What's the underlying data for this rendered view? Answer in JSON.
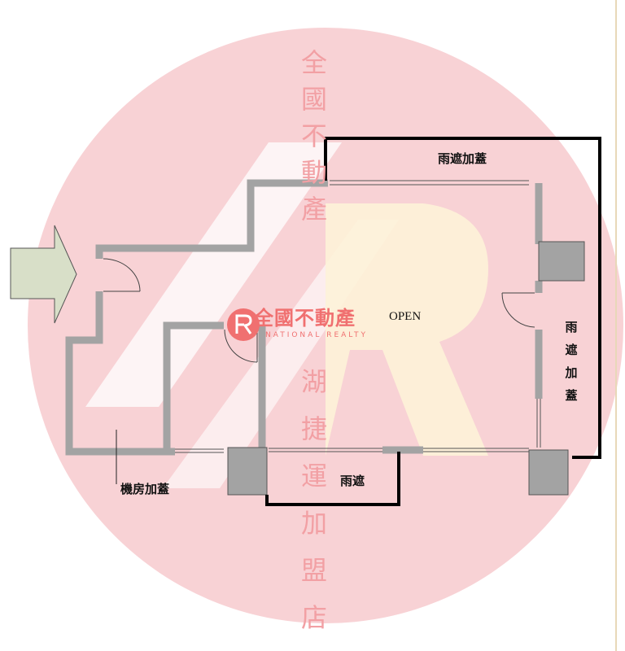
{
  "watermark": {
    "column_top": [
      "全",
      "國",
      "不",
      "動",
      "產"
    ],
    "column_bottom": [
      "湖",
      "捷",
      "運",
      "加",
      "盟",
      "店"
    ],
    "logo_cn": "全國不動產",
    "logo_en": "NATIONAL REALTY"
  },
  "labels": {
    "top_canopy": "雨遮加蓋",
    "right_canopy": [
      "雨",
      "遮",
      "加",
      "蓋"
    ],
    "bottom_canopy": "雨遮",
    "machine_room": "機房加蓋",
    "open": "OPEN"
  },
  "colors": {
    "background_circle": "#f8d2d5",
    "wall": "#a3a3a3",
    "boundary": "#000000",
    "entry_arrow": "#d8dfc8",
    "r_shape": "#fdf2d8"
  }
}
